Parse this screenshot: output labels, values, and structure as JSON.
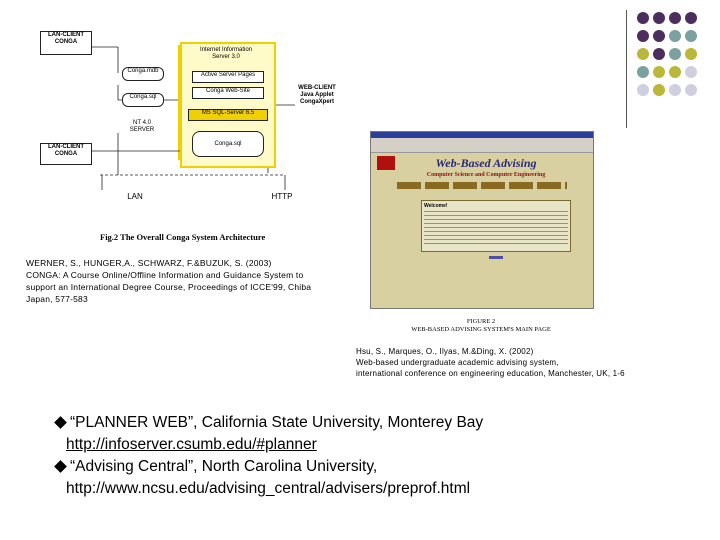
{
  "decor": {
    "rows": [
      [
        "#4b2d5e",
        "#4b2d5e",
        "#4b2d5e",
        "#4b2d5e"
      ],
      [
        "#4b2d5e",
        "#4b2d5e",
        "#7aa0a0",
        "#7aa0a0"
      ],
      [
        "#b9b83a",
        "#4b2d5e",
        "#7aa0a0",
        "#b9b83a"
      ],
      [
        "#7aa0a0",
        "#b9b83a",
        "#b9b83a",
        "#cfcfe0"
      ],
      [
        "#cfcfe0",
        "#b9b83a",
        "#cfcfe0",
        "#cfcfe0"
      ]
    ]
  },
  "diagram": {
    "lan_client_top": "LAN-CLIENT\nCONGA",
    "conga_mdb": "Conga.mdb",
    "conga_sql_small": "Conga.sql",
    "nt_server": "NT 4.0\nSERVER",
    "iis": "Internet Information\nServer 3.0",
    "asp": "Active Server Pages",
    "website": "Conga Web-Site",
    "mssql": "MS SQL-Server 6.5",
    "conga_sql_big": "Conga.sql",
    "web_client": "WEB-CLIENT\nJava Applet\nCongaXpert",
    "lan_client_bottom": "LAN-CLIENT\nCONGA",
    "lan": "LAN",
    "http": "HTTP",
    "fig_caption": "Fig.2 The Overall Conga System Architecture"
  },
  "ref1": {
    "line1": "WERNER, S., HUNGER,A., SCHWARZ, F.&BUZUK, S. (2003)",
    "line2": "CONGA: A Course Online/Offline Information and Guidance System to",
    "line3": "support an International Degree Course, Proceedings of ICCE'99, Chiba",
    "line4": "Japan, 577-583"
  },
  "screenshot": {
    "banner": "Web-Based Advising",
    "subtitle": "Computer Science and Computer Engineering",
    "welcome": "Welcome!"
  },
  "fig2": {
    "line1": "FIGURE 2",
    "line2": "WEB-BASED ADVISING SYSTEM'S MAIN PAGE"
  },
  "ref2": {
    "line1": "Hsu, S., Marques, O., Ilyas, M.&Ding, X. (2002)",
    "line2": "Web-based undergraduate academic advising system,",
    "line3": "international conference on engineering education, Manchester, UK, 1-6"
  },
  "bullets": {
    "b1_text": "“PLANNER WEB”, California State University, Monterey Bay",
    "b1_link": "http://infoserver.csumb.edu/#planner",
    "b2_text": "“Advising Central”, North Carolina University,",
    "b2_link": "http://www.ncsu.edu/advising_central/advisers/preprof.html"
  }
}
